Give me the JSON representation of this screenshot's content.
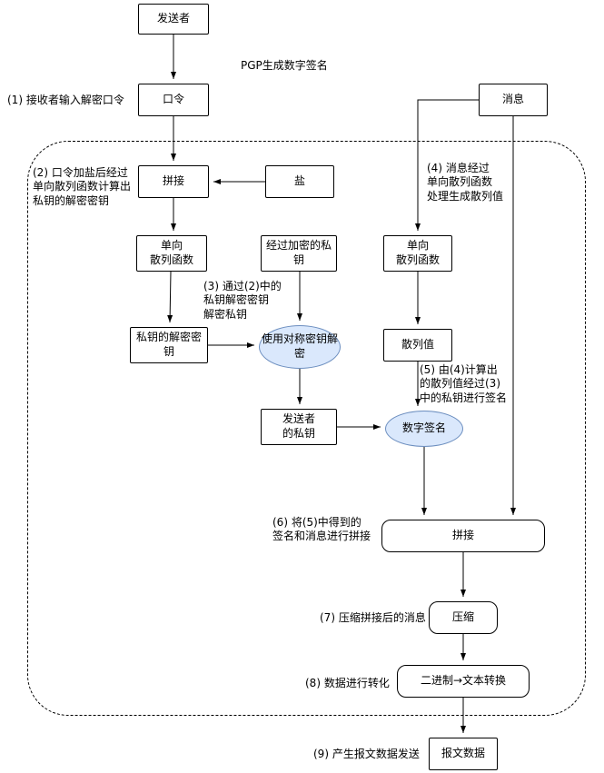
{
  "title": "PGP生成数字签名",
  "colors": {
    "ellipse-fill": "#dae8fc",
    "ellipse-border": "#6c8ebf",
    "line": "#000000"
  },
  "nodes": {
    "sender": {
      "label": "发送者"
    },
    "password": {
      "label": "口令"
    },
    "message": {
      "label": "消息"
    },
    "concat1": {
      "label": "拼接"
    },
    "salt": {
      "label": "盐"
    },
    "hash1": {
      "label": "单向\n散列函数"
    },
    "enc_key": {
      "label": "经过加密的私钥"
    },
    "hash2": {
      "label": "单向\n散列函数"
    },
    "dec_key": {
      "label": "私钥的解密密钥"
    },
    "decrypt_op": {
      "label": "使用对称密钥解密"
    },
    "hash_value": {
      "label": "散列值"
    },
    "sender_key": {
      "label": "发送者\n的私钥"
    },
    "signature": {
      "label": "数字签名"
    },
    "concat2": {
      "label": "拼接"
    },
    "compress": {
      "label": "压缩"
    },
    "bin2text": {
      "label": "二进制→文本转换"
    },
    "packet_data": {
      "label": "报文数据"
    }
  },
  "annotations": {
    "step1": "(1) 接收者输入解密口令",
    "step2": "(2) 口令加盐后经过\n单向散列函数计算出\n私钥的解密密钥",
    "step3": "(3) 通过(2)中的\n私钥解密密钥\n解密私钥",
    "step4": "(4) 消息经过\n单向散列函数\n处理生成散列值",
    "step5": "(5) 由(4)计算出\n的散列值经过(3)\n中的私钥进行签名",
    "step6": "(6) 将(5)中得到的\n签名和消息进行拼接",
    "step7": "(7) 压缩拼接后的消息",
    "step8": "(8) 数据进行转化",
    "step9": "(9) 产生报文数据发送"
  }
}
